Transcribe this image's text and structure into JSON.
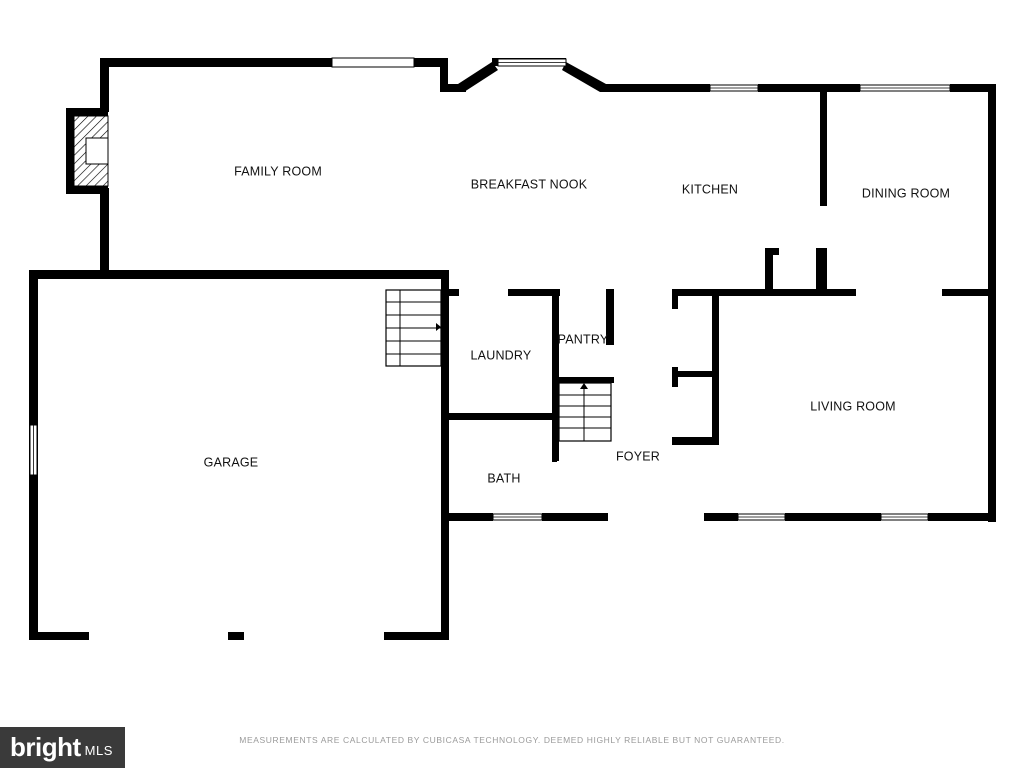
{
  "rooms": {
    "family_room": "FAMILY ROOM",
    "breakfast_nook": "BREAKFAST NOOK",
    "kitchen": "KITCHEN",
    "dining_room": "DINING ROOM",
    "pantry": "PANTRY",
    "laundry": "LAUNDRY",
    "living_room": "LIVING ROOM",
    "foyer": "FOYER",
    "bath": "BATH",
    "garage": "GARAGE"
  },
  "footer": {
    "disclaimer": "MEASUREMENTS ARE CALCULATED BY CUBICASA TECHNOLOGY. DEEMED HIGHLY RELIABLE BUT NOT GUARANTEED."
  },
  "logo": {
    "brand": "bright",
    "suffix": "MLS"
  },
  "colors": {
    "wall": "#000000",
    "background": "#ffffff",
    "logo_bg": "#3a3a3a",
    "footer_text": "#9a9a9a"
  }
}
